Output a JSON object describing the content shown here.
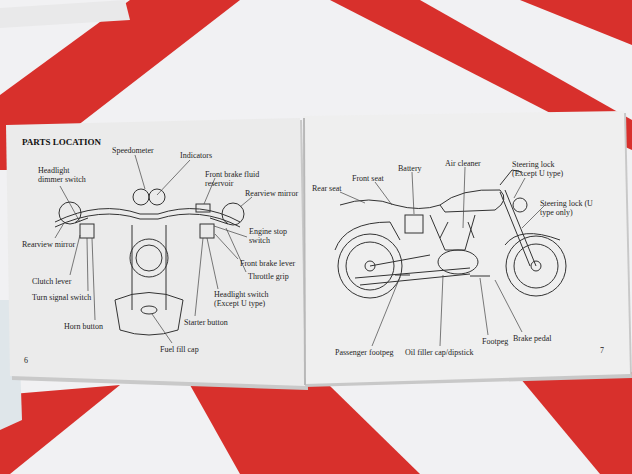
{
  "diagram": {
    "title": "PARTS LOCATION",
    "labels": [
      "Speedometer",
      "Indicators",
      "Headlight dimmer switch",
      "Front brake fluid reservoir",
      "Rearview mirror",
      "Engine stop switch",
      "Rearview mirror",
      "Front brake lever",
      "Clutch lever",
      "Throttle grip",
      "Turn signal switch",
      "Headlight switch (Except U type)",
      "Starter button",
      "Horn button",
      "Fuel fill cap",
      "6",
      "Front seat",
      "Battery",
      "Air cleaner",
      "Steering lock (Except U type)",
      "Rear seat",
      "Steering lock (U type only)",
      "Passenger footpeg",
      "Oil filler cap/dipstick",
      "Footpeg",
      "Brake pedal",
      "7"
    ]
  }
}
